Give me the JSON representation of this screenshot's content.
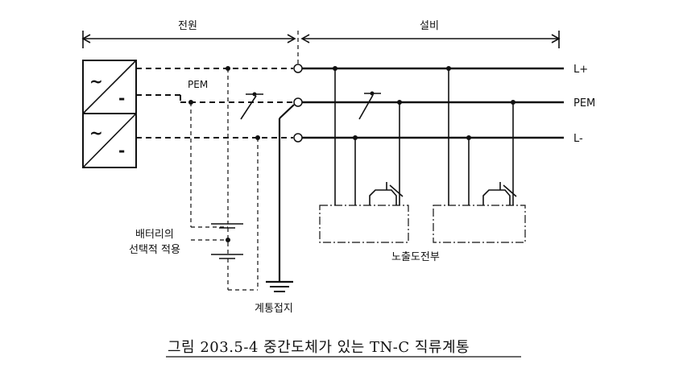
{
  "labels": {
    "source": "전원",
    "installation": "설비",
    "l_plus": "L+",
    "pem_right": "PEM",
    "l_minus": "L-",
    "pem_source": "PEM",
    "battery_line1": "배터리의",
    "battery_line2": "선택적 적용",
    "exposed_parts": "노출도전부",
    "system_earth": "계통접지"
  },
  "symbols": {
    "ac_top": "~",
    "dc_top": "-",
    "ac_bottom": "~",
    "dc_bottom": "-"
  },
  "caption": "그림 203.5-4 중간도체가 있는 TN-C 직류계통"
}
